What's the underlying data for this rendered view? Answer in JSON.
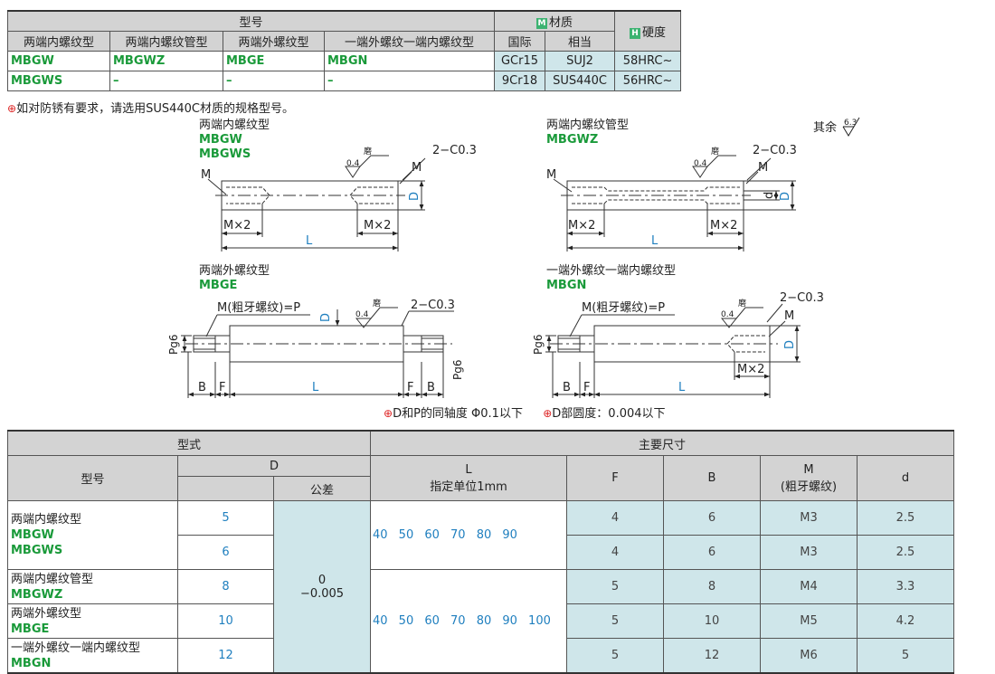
{
  "spec_table": {
    "header_model": "型号",
    "header_material": "材质",
    "header_hardness": "硬度",
    "material_badge": "M",
    "hardness_badge": "H",
    "sub_types": [
      "两端内螺纹型",
      "两端内螺纹管型",
      "两端外螺纹型",
      "一端外螺纹一端内螺纹型"
    ],
    "sub_material": [
      "国际",
      "相当"
    ],
    "rows": [
      {
        "codes": [
          "MBGW",
          "MBGWZ",
          "MBGE",
          "MBGN"
        ],
        "intl": "GCr15",
        "equiv": "SUJ2",
        "hardness": "58HRC~"
      },
      {
        "codes": [
          "MBGWS",
          "–",
          "–",
          "–"
        ],
        "intl": "9Cr18",
        "equiv": "SUS440C",
        "hardness": "56HRC~"
      }
    ]
  },
  "note_rust": "如对防锈有要求，请选用SUS440C材质的规格型号。",
  "roughness_note": "其余",
  "roughness_value": "6.3",
  "diagrams": [
    {
      "type_label": "两端内螺纹型",
      "codes": [
        "MBGW",
        "MBGWS"
      ]
    },
    {
      "type_label": "两端内螺纹管型",
      "codes": [
        "MBGWZ"
      ]
    },
    {
      "type_label": "两端外螺纹型",
      "codes": [
        "MBGE"
      ]
    },
    {
      "type_label": "一端外螺纹一端内螺纹型",
      "codes": [
        "MBGN"
      ]
    }
  ],
  "diagram_text": {
    "chamfer": "2−C0.3",
    "grind": "磨",
    "grind_ra": "0.4",
    "m": "M",
    "mx2": "M×2",
    "l": "L",
    "d_upper": "D",
    "d_lower": "d",
    "coarse_thread": "M(粗牙螺纹)=P",
    "pg6": "Pg6",
    "b": "B",
    "f": "F"
  },
  "note_tolerances": [
    "D和P的同轴度 Φ0.1以下",
    "D部圆度：0.004以下"
  ],
  "dims_table": {
    "header_type": "型式",
    "header_main": "主要尺寸",
    "col_model": "型号",
    "col_d": "D",
    "col_tol": "公差",
    "col_l_line1": "L",
    "col_l_line2": "指定单位1mm",
    "col_f": "F",
    "col_b": "B",
    "col_m_line1": "M",
    "col_m_line2": "(粗牙螺纹)",
    "col_small_d": "d",
    "tolerance_upper": "0",
    "tolerance_lower": "−0.005",
    "length_group_1": "40 50 60 70 80 90",
    "length_group_2": "40 50 60 70 80 90 100",
    "type_names": [
      {
        "name": "两端内螺纹型",
        "codes": "MBGW"
      },
      {
        "name": "",
        "codes": "MBGWS"
      },
      {
        "name": "两端内螺纹管型",
        "codes": "MBGWZ"
      },
      {
        "name": "两端外螺纹型",
        "codes": "MBGE"
      },
      {
        "name": "一端外螺纹一端内螺纹型",
        "codes": "MBGN"
      }
    ],
    "rows": [
      {
        "D": "5",
        "F": "4",
        "B": "6",
        "M": "M3",
        "d": "2.5"
      },
      {
        "D": "6",
        "F": "4",
        "B": "6",
        "M": "M3",
        "d": "2.5"
      },
      {
        "D": "8",
        "F": "5",
        "B": "8",
        "M": "M4",
        "d": "3.3"
      },
      {
        "D": "10",
        "F": "5",
        "B": "10",
        "M": "M5",
        "d": "4.2"
      },
      {
        "D": "12",
        "F": "5",
        "B": "12",
        "M": "M6",
        "d": "5"
      }
    ]
  }
}
